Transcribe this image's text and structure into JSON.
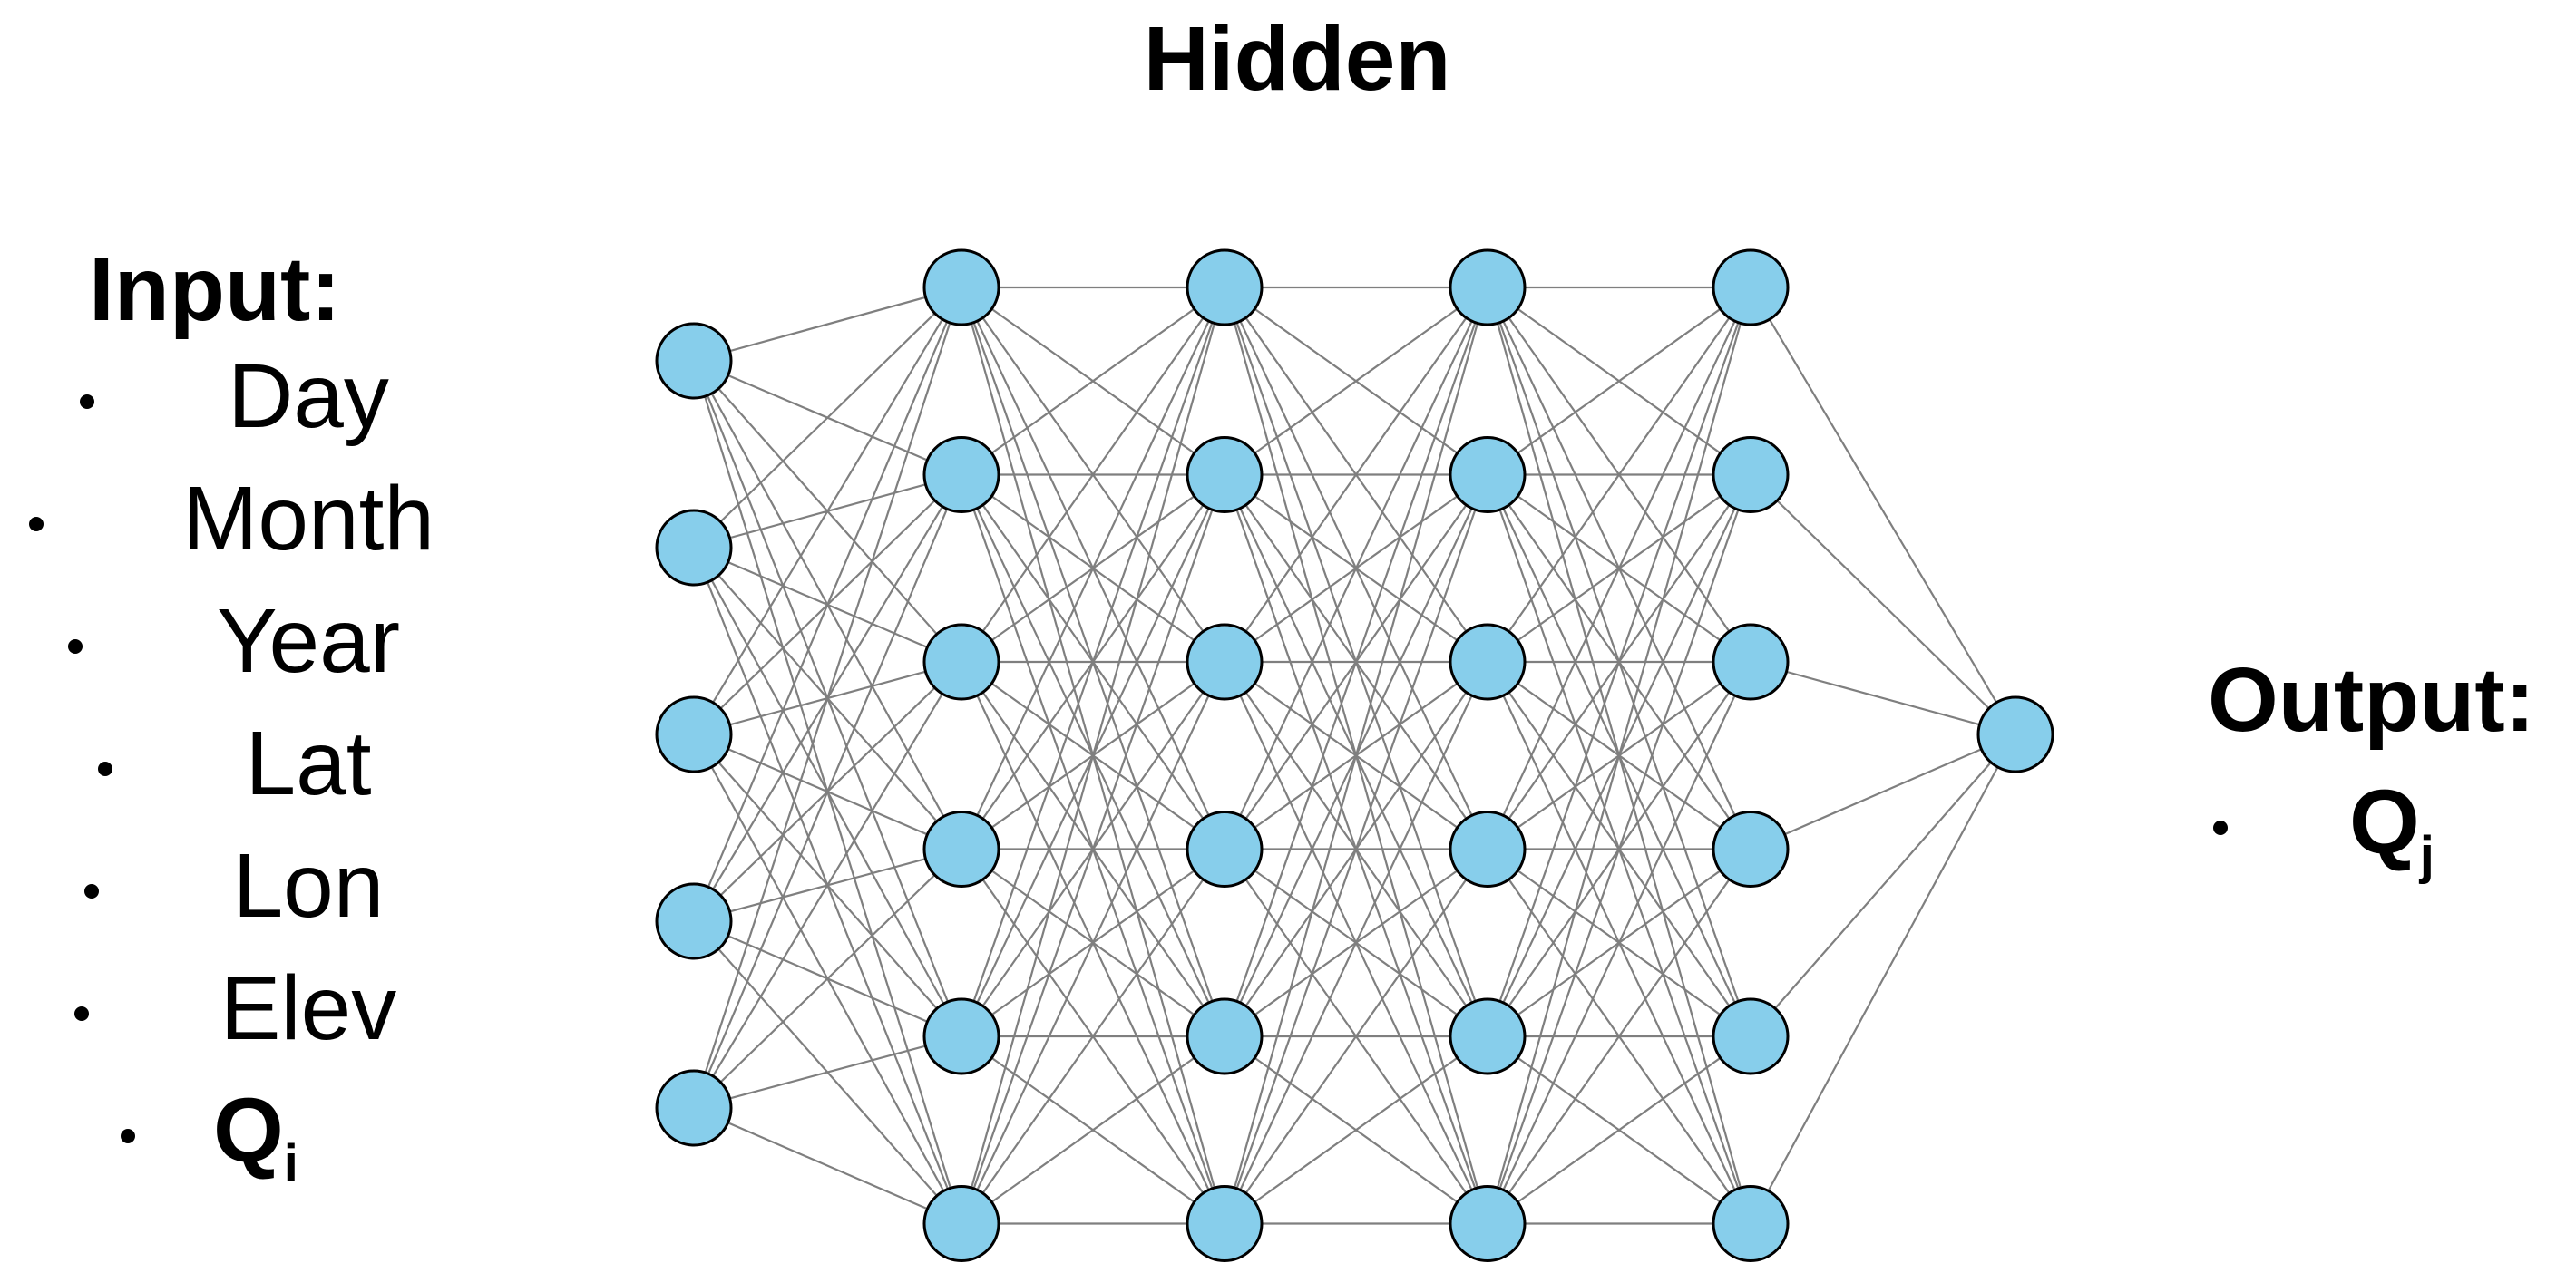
{
  "diagram": {
    "hidden_label": "Hidden",
    "input_label": "Input:",
    "output_label": "Output:",
    "input_items": [
      {
        "text": "Day",
        "sub": ""
      },
      {
        "text": "Month",
        "sub": ""
      },
      {
        "text": "Year",
        "sub": ""
      },
      {
        "text": "Lat",
        "sub": ""
      },
      {
        "text": "Lon",
        "sub": ""
      },
      {
        "text": "Elev",
        "sub": ""
      },
      {
        "text": "Q",
        "sub": "i"
      }
    ],
    "output_items": [
      {
        "text": "Q",
        "sub": "j"
      }
    ],
    "layers": [
      5,
      6,
      6,
      6,
      6,
      1
    ],
    "colors": {
      "node_fill": "#87ceeb",
      "node_stroke": "#000000",
      "edge": "#7f7f7f"
    }
  }
}
